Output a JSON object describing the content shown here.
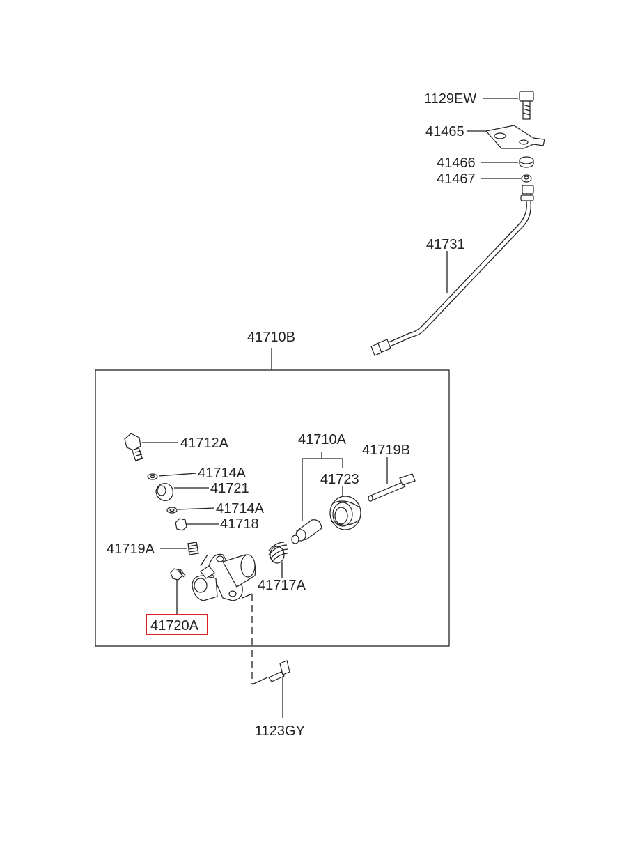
{
  "diagram": {
    "labels": {
      "p1129EW": "1129EW",
      "p41465": "41465",
      "p41466": "41466",
      "p41467": "41467",
      "p41731": "41731",
      "p41710B": "41710B",
      "p41712A": "41712A",
      "p41714A_top": "41714A",
      "p41721": "41721",
      "p41714A_bottom": "41714A",
      "p41718": "41718",
      "p41719A": "41719A",
      "p41720A": "41720A",
      "p41710A": "41710A",
      "p41723": "41723",
      "p41719B": "41719B",
      "p41717A": "41717A",
      "p1123GY": "1123GY"
    },
    "highlighted_part": "41720A",
    "highlight_color": "#e02020"
  }
}
